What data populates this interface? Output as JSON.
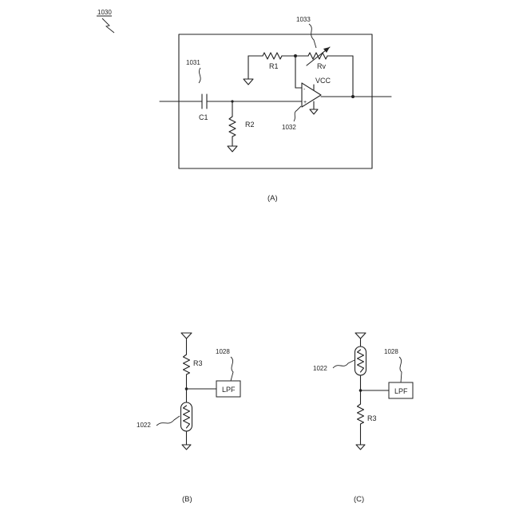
{
  "figure": {
    "ref_main": "1030",
    "caption_a": "(A)",
    "caption_b": "(B)",
    "caption_c": "(C)"
  },
  "panel_a": {
    "ref_capacitor": "1031",
    "ref_opamp": "1032",
    "ref_varistor": "1033",
    "label_c1": "C1",
    "label_r1": "R1",
    "label_r2": "R2",
    "label_rv": "Rv",
    "label_vcc": "VCC",
    "plus_sign": "+",
    "minus_sign": "-"
  },
  "panel_b": {
    "label_r3": "R3",
    "label_lpf": "LPF",
    "ref_lpf": "1028",
    "ref_thermistor": "1022"
  },
  "panel_c": {
    "label_r3": "R3",
    "label_lpf": "LPF",
    "ref_lpf": "1028",
    "ref_thermistor": "1022"
  }
}
